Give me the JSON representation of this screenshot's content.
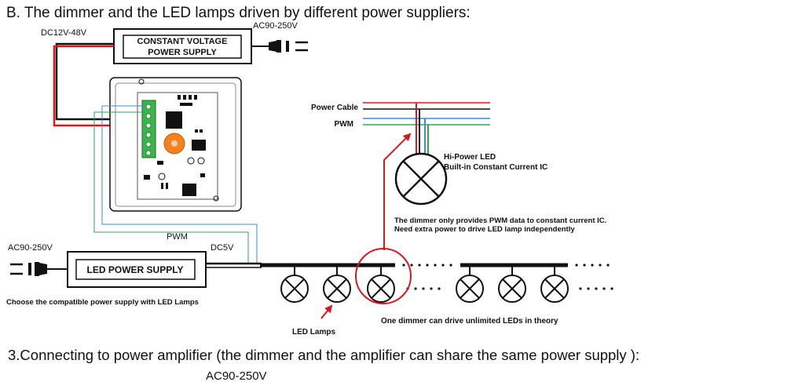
{
  "heading_b": "B. The dimmer and the LED lamps driven by different power suppliers:",
  "heading_3": "3.Connecting to power amplifier (the dimmer and the amplifier can share the same power supply ):",
  "labels": {
    "dc12_48": "DC12V-48V",
    "ac_top": "AC90-250V",
    "cv_line1": "CONSTANT VOLTAGE",
    "cv_line2": "POWER SUPPLY",
    "power_cable": "Power Cable",
    "pwm_right": "PWM",
    "hp_line1": "Hi-Power LED",
    "hp_line2": "Built-in Constant Current IC",
    "note_line1": "The dimmer only provides PWM data to  constant current IC.",
    "note_line2": "Need extra power to drive LED lamp independently",
    "pwm_mid": "PWM",
    "ac_left": "AC90-250V",
    "dc5v": "DC5V",
    "led_ps": "LED POWER SUPPLY",
    "choose": "Choose the compatible power supply with LED Lamps",
    "led_lamps": "LED Lamps",
    "unlimited": "One dimmer can drive unlimited LEDs in theory",
    "ac_bottom": "AC90-250V"
  },
  "colors": {
    "red_wire": "#d7191f",
    "green_wire": "#2ea55a",
    "blue_wire": "#3a8fd0",
    "terminal_green": "#39b54a",
    "knob_orange": "#f58220"
  }
}
